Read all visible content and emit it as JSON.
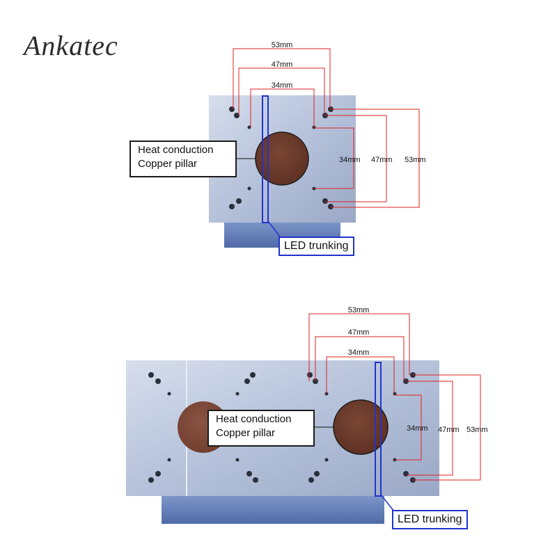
{
  "logo": "Ankatec",
  "top_module": {
    "label_line1": "Heat conduction",
    "label_line2": "Copper pillar",
    "led_label": "LED trunking",
    "horizontal_dims": [
      "53mm",
      "47mm",
      "34mm"
    ],
    "vertical_dims": [
      "34mm",
      "47mm",
      "53mm"
    ]
  },
  "bottom_module": {
    "label_line1": "Heat conduction",
    "label_line2": "Copper pillar",
    "led_label": "LED trunking",
    "horizontal_dims": [
      "53mm",
      "47mm",
      "34mm"
    ],
    "vertical_dims": [
      "34mm",
      "47mm",
      "53mm"
    ]
  },
  "colors": {
    "dimension_line": "#e02020",
    "led_outline": "#2233cc",
    "copper": "#6e3b2c",
    "plate_light": "#c9d3e6",
    "plate_dark": "#8e9bb8",
    "base_blue": "#5a78b8"
  }
}
